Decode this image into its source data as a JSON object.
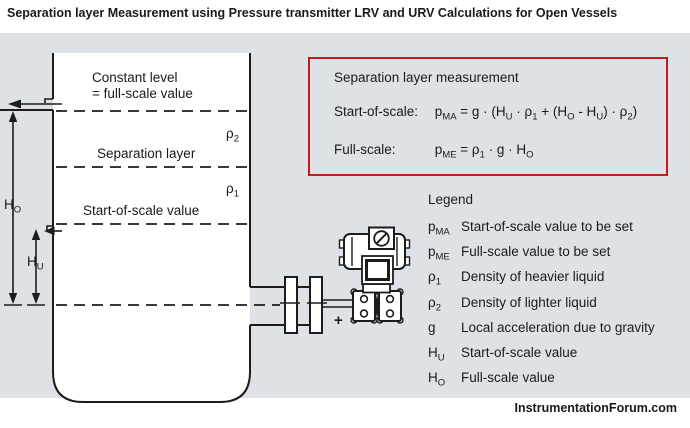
{
  "title": "Separation layer Measurement using Pressure transmitter LRV and URV Calculations for Open Vessels",
  "colors": {
    "panel_bg": "#dee2e7",
    "line": "#1c1c1c",
    "accent_red": "#cc1719",
    "text": "#1a1a1a"
  },
  "vessel": {
    "constant_level_line1": "Constant level",
    "constant_level_line2": "= full-scale value",
    "rho2": "ρ_{2}",
    "separation_layer_label": "Separation layer",
    "rho1": "ρ_{1}",
    "start_of_scale_label": "Start-of-scale value",
    "h_o": "H_{O}",
    "h_u": "H_{U}"
  },
  "formula_box": {
    "title": "Separation layer measurement",
    "rows": [
      {
        "label": "Start-of-scale:",
        "expr": "p_{MA} = g · (H_{U} · ρ_{1} + (H_{O} - H_{U}) · ρ_{2})"
      },
      {
        "label": "Full-scale:",
        "expr": "p_{ME} = ρ_{1} · g · H_{O}"
      }
    ]
  },
  "legend": {
    "title": "Legend",
    "items": [
      {
        "symbol": "p_{MA}",
        "description": "Start-of-scale value to be set"
      },
      {
        "symbol": "p_{ME}",
        "description": "Full-scale value to be set"
      },
      {
        "symbol": "ρ_{1}",
        "description": "Density of heavier liquid"
      },
      {
        "symbol": "ρ_{2}",
        "description": "Density of lighter liquid"
      },
      {
        "symbol": "g",
        "description": "Local acceleration due to gravity"
      },
      {
        "symbol": "H_{U}",
        "description": "Start-of-scale value"
      },
      {
        "symbol": "H_{O}",
        "description": "Full-scale value"
      }
    ]
  },
  "transmitter": {
    "plus_sign": "+"
  },
  "footer": {
    "watermark": "InstrumentationForum.com"
  }
}
